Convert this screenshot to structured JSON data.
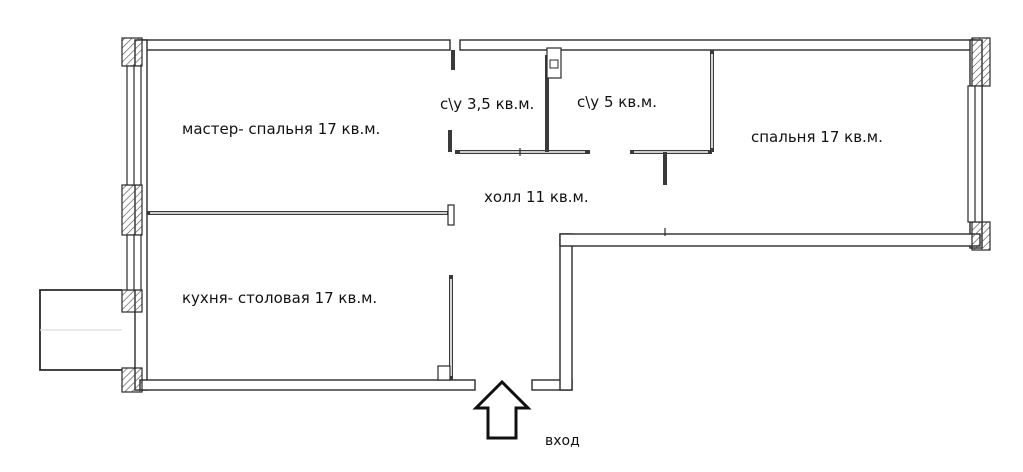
{
  "rooms": {
    "master_bedroom": "мастер- спальня 17 кв.м.",
    "bathroom_1": "с\\у 3,5 кв.м.",
    "bathroom_2": "с\\у 5 кв.м.",
    "bedroom": "спальня 17 кв.м.",
    "hall": "холл 11 кв.м.",
    "kitchen": "кухня- столовая 17 кв.м."
  },
  "entrance": {
    "label": "вход"
  },
  "colors": {
    "wall": "#2a2a2a",
    "background": "#ffffff"
  }
}
